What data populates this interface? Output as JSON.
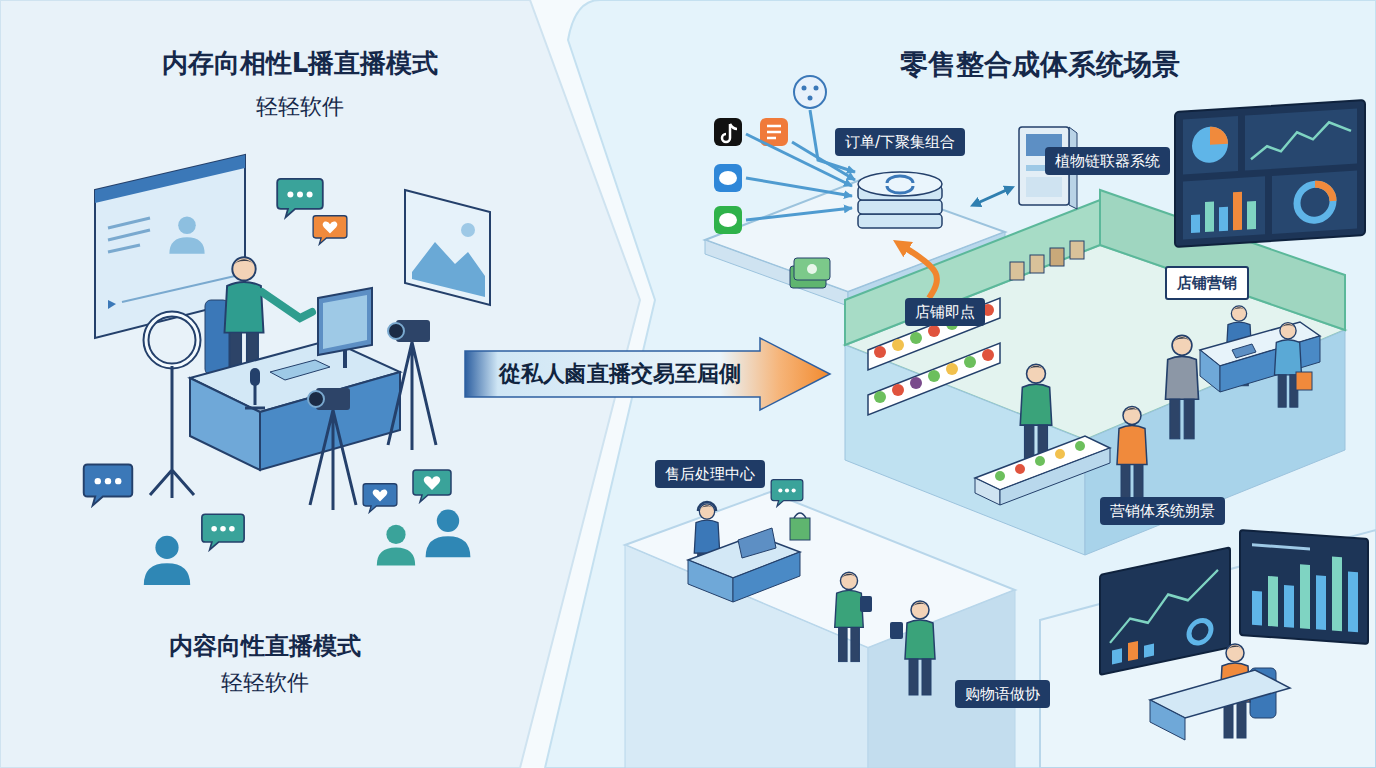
{
  "diagram": {
    "nodes": [
      {
        "text": [
          "内存向相性L播直播模式",
          "轻轻软件",
          "内容向性直播模式",
          "轻轻软件"
        ]
      },
      {
        "text": [
          "從私人鹵直播交易至屆側"
        ]
      },
      {
        "text": [
          "零售整合成体系统场景"
        ]
      },
      {
        "text": [
          "订单/下聚集组合"
        ],
        "in": 2
      },
      {
        "text": [
          "植物链联器系统"
        ],
        "in": 2
      },
      {
        "text": [
          "店铺即点"
        ],
        "in": 2
      },
      {
        "text": [
          "店铺营销"
        ],
        "in": 2
      },
      {
        "text": [
          "售后处理中心"
        ],
        "in": 2
      },
      {
        "text": [
          "营销体系统朔景"
        ],
        "in": 2
      },
      {
        "text": [
          "购物语做协"
        ],
        "in": 2
      }
    ],
    "edges": [
      {
        "from": 3,
        "to": 4,
        "arrow": "both"
      },
      {
        "from": 5,
        "to": 3,
        "arrow": "to"
      }
    ]
  }
}
